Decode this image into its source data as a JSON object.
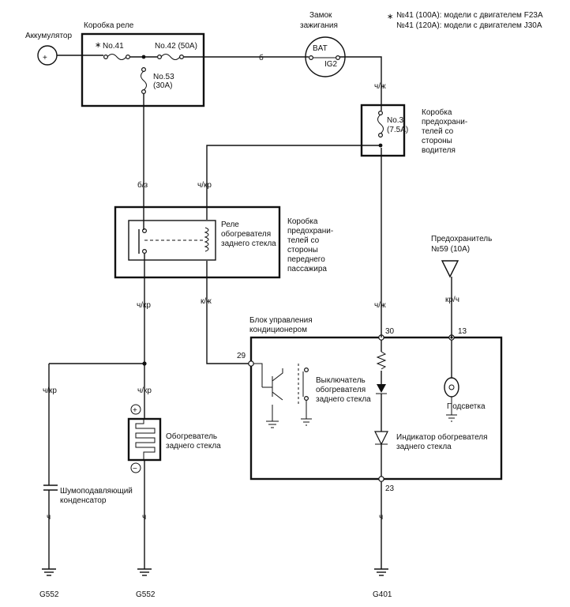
{
  "colors": {
    "ink": "#111111",
    "background": "#ffffff"
  },
  "notes": {
    "marker": "∗",
    "line1": "№41 (100A): модели с двигателем F23A",
    "line2": "№41 (120A): модели с двигателем J30A"
  },
  "battery": {
    "label": "Аккумулятор",
    "symbol": "+"
  },
  "relay_box": {
    "label": "Коробка реле",
    "marker": "∗",
    "fuse41": "No.41",
    "fuse42": "No.42 (50A)",
    "fuse53a": "No.53",
    "fuse53b": "(30A)"
  },
  "ignition": {
    "label1": "Замок",
    "label2": "зажигания",
    "bat": "BAT",
    "ig2": "IG2"
  },
  "driver_box": {
    "fuse_a": "No.3",
    "fuse_b": "(7.5A)",
    "label1": "Коробка",
    "label2": "предохрани-",
    "label3": "телей со",
    "label4": "стороны",
    "label5": "водителя"
  },
  "passenger_box": {
    "label1": "Коробка",
    "label2": "предохрани-",
    "label3": "телей со",
    "label4": "стороны",
    "label5": "переднего",
    "label6": "пассажира"
  },
  "relay": {
    "label1": "Реле",
    "label2": "обогревателя",
    "label3": "заднего стекла"
  },
  "fuse59": {
    "label1": "Предохранитель",
    "label2": "№59 (10A)"
  },
  "control_unit": {
    "label1": "Блок управления",
    "label2": "кондиционером",
    "pin29": "29",
    "pin30": "30",
    "pin13": "13",
    "pin23": "23"
  },
  "switch": {
    "label1": "Выключатель",
    "label2": "обогревателя",
    "label3": "заднего стекла"
  },
  "backlight": {
    "label": "Подсветка"
  },
  "indicator": {
    "label1": "Индикатор обогревателя",
    "label2": "заднего стекла"
  },
  "heater": {
    "label1": "Обогреватель",
    "label2": "заднего стекла",
    "plus": "+",
    "minus": "−"
  },
  "capacitor": {
    "label1": "Шумоподавляющий",
    "label2": "конденсатор"
  },
  "wires": {
    "w_b": "б",
    "w_bz": "б/з",
    "w_chkr_top": "ч/кр",
    "w_chzh_top": "ч/ж",
    "w_chkr_relay": "ч/кр",
    "w_kzh": "к/ж",
    "w_chzh_mid": "ч/ж",
    "w_krch": "кр/ч",
    "w_chkr_left": "ч/кр",
    "w_chkr_heater": "ч/кр",
    "w_ch_cap": "ч",
    "w_ch_heater": "ч",
    "w_ch_g401": "ч"
  },
  "grounds": {
    "g552a": "G552",
    "g552b": "G552",
    "g401": "G401"
  }
}
